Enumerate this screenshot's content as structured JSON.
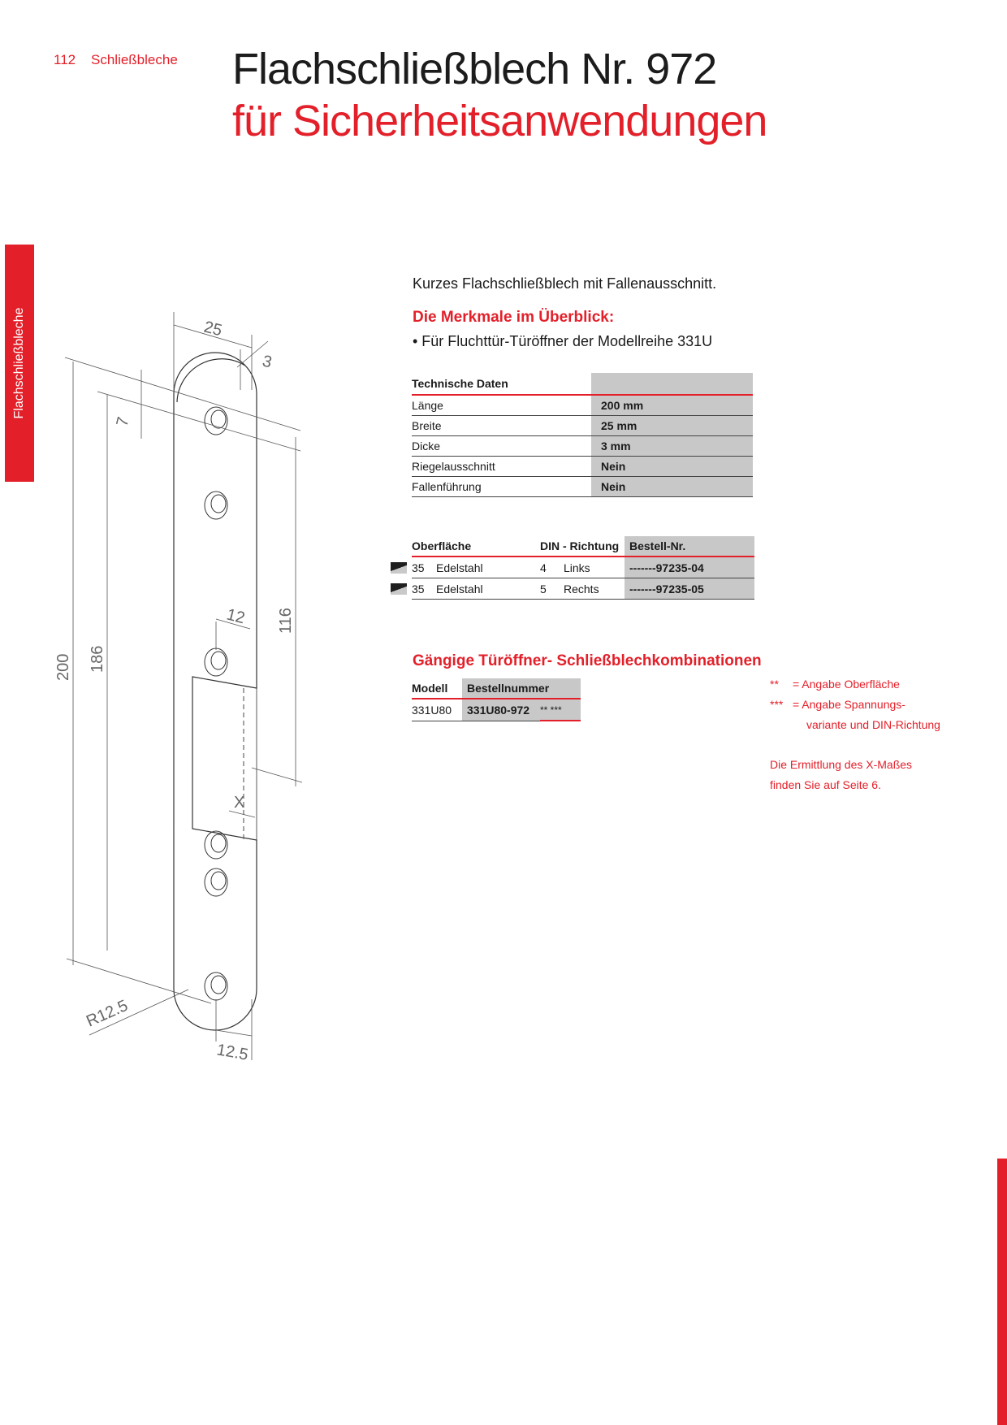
{
  "header": {
    "page_number": "112",
    "section": "Schließbleche",
    "title_line1": "Flachschließblech Nr. 972",
    "title_line2": "für Sicherheitsanwendungen"
  },
  "side_tab": {
    "label": "Flachschließbleche"
  },
  "drawing": {
    "dims": {
      "width": "25",
      "thickness": "3",
      "hole_offset": "7",
      "length": "200",
      "hole_span": "186",
      "cutout_height": "116",
      "cutout_depth": "12",
      "x_label": "X",
      "radius": "R12.5",
      "half_width": "12.5"
    }
  },
  "intro": "Kurzes Flachschließblech mit Fallenausschnitt.",
  "features": {
    "title": "Die Merkmale im Überblick:",
    "items": [
      "• Für Fluchttür-Türöffner der Modellreihe 331U"
    ]
  },
  "tech_table": {
    "header": "Technische Daten",
    "rows": [
      {
        "label": "Länge",
        "value": "200 mm"
      },
      {
        "label": "Breite",
        "value": "25 mm"
      },
      {
        "label": "Dicke",
        "value": "3 mm"
      },
      {
        "label": "Riegelausschnitt",
        "value": "Nein"
      },
      {
        "label": "Fallenführung",
        "value": "Nein"
      }
    ]
  },
  "order_table": {
    "headers": {
      "surface": "Oberfläche",
      "din": "DIN - Richtung",
      "order_no": "Bestell-Nr."
    },
    "rows": [
      {
        "code": "35",
        "surface": "Edelstahl",
        "din_code": "4",
        "din": "Links",
        "order_no": "-------97235-04"
      },
      {
        "code": "35",
        "surface": "Edelstahl",
        "din_code": "5",
        "din": "Rechts",
        "order_no": "-------97235-05"
      }
    ]
  },
  "combinations": {
    "title": "Gängige Türöffner- Schließblechkombinationen",
    "headers": {
      "model": "Modell",
      "order_no": "Bestellnummer"
    },
    "rows": [
      {
        "model": "331U80",
        "order_no": "331U80-972",
        "suffix": "** ***"
      }
    ]
  },
  "notes": {
    "n1_key": "**",
    "n1_text": "= Angabe Oberfläche",
    "n2_key": "***",
    "n2_text": "= Angabe Spannungs-",
    "n2_cont": "variante und DIN-Richtung",
    "x_line1": "Die Ermittlung des X-Maßes",
    "x_line2": "finden Sie auf Seite 6."
  },
  "colors": {
    "accent": "#e3202a",
    "cell_gray": "#c8c8c8"
  }
}
